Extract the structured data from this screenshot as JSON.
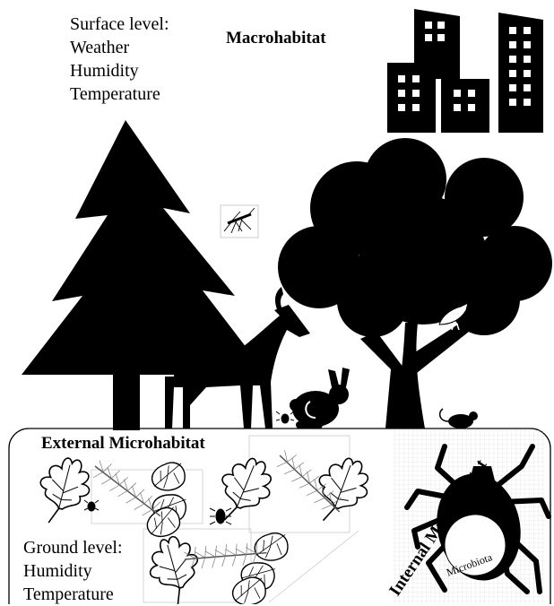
{
  "labels": {
    "surface_level": [
      "Surface level:",
      "Weather",
      "Humidity",
      "Temperature"
    ],
    "macrohabitat": "Macrohabitat",
    "external_microhabitat": "External Microhabitat",
    "ground_level": [
      "Ground level:",
      "Humidity",
      "Temperature"
    ],
    "internal_microhabitat": "Internal Microhabitat",
    "microbiota": "Microbiota"
  },
  "icons": [
    "buildings-icon",
    "pine-tree-icon",
    "oak-tree-icon",
    "deer-icon",
    "mosquito-icon",
    "bird-icon",
    "rabbit-icon",
    "mouse-icon",
    "tick-icon",
    "oak-leaf-icon",
    "elm-leaf-icon",
    "pine-needle-icon",
    "beetle-icon",
    "small-tick-icon"
  ],
  "colors": {
    "silhouette": "#000000",
    "background": "#ffffff",
    "texture": "#d8d8d8"
  }
}
